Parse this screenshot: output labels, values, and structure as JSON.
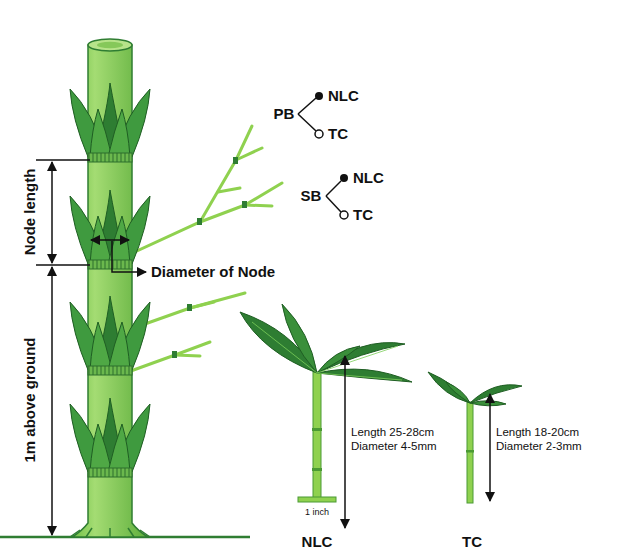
{
  "diagram": {
    "labels": [
      "Node length",
      "1m above ground",
      "Diameter of Node",
      "PB",
      "NLC",
      "TC",
      "SB",
      "NLC",
      "TC",
      "Length 25-28cm Diameter 4-5mm",
      "Length 18-20cm Diameter 2-3mm",
      "1 inch",
      "NLC",
      "TC"
    ]
  }
}
